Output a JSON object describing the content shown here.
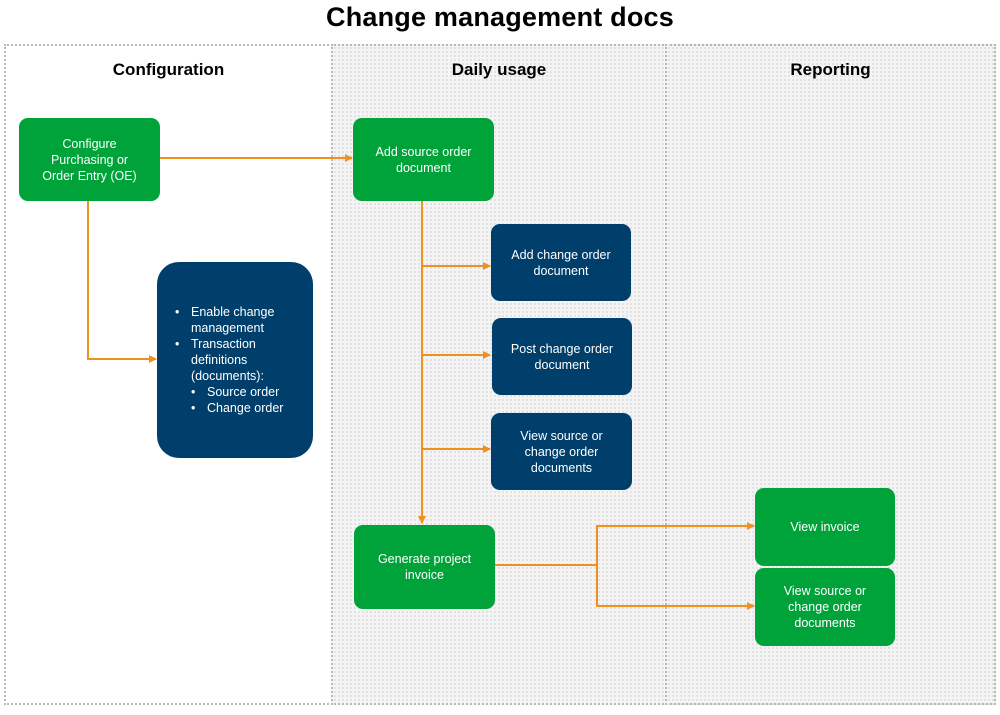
{
  "title": "Change management docs",
  "lanes": [
    {
      "label": "Configuration"
    },
    {
      "label": "Daily usage"
    },
    {
      "label": "Reporting"
    }
  ],
  "nodes": {
    "configure": "Configure\nPurchasing or\nOrder Entry (OE)",
    "settings_list": {
      "item1": "Enable change management",
      "item2": "Transaction definitions (documents):",
      "sub1": "Source order",
      "sub2": "Change order"
    },
    "add_source": "Add source order\ndocument",
    "add_change": "Add change order\ndocument",
    "post_change": "Post change order\ndocument",
    "view_docs": "View source or\nchange order\ndocuments",
    "generate_invoice": "Generate project\ninvoice",
    "view_invoice": "View invoice",
    "view_docs_report": "View source or\nchange order\ndocuments"
  },
  "colors": {
    "green": "#00a33a",
    "navy": "#003f6b",
    "arrow": "#f0901e"
  }
}
